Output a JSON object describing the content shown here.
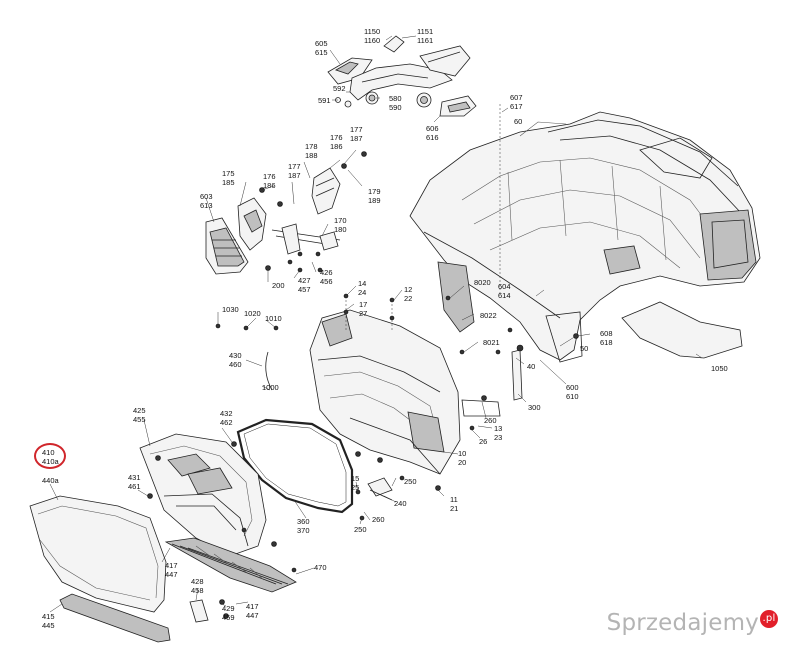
{
  "diagram": {
    "labels": [
      {
        "id": "p605",
        "lines": [
          "605",
          "615"
        ]
      },
      {
        "id": "p1150",
        "lines": [
          "1150",
          "1160"
        ]
      },
      {
        "id": "p1151",
        "lines": [
          "1151",
          "1161"
        ]
      },
      {
        "id": "p592",
        "lines": [
          "592"
        ]
      },
      {
        "id": "p591",
        "lines": [
          "591"
        ]
      },
      {
        "id": "p580",
        "lines": [
          "580",
          "590"
        ]
      },
      {
        "id": "p606",
        "lines": [
          "606",
          "616"
        ]
      },
      {
        "id": "p607",
        "lines": [
          "607",
          "617"
        ]
      },
      {
        "id": "p60",
        "lines": [
          "60"
        ]
      },
      {
        "id": "p176a",
        "lines": [
          "176",
          "186"
        ]
      },
      {
        "id": "p177a",
        "lines": [
          "177",
          "187"
        ]
      },
      {
        "id": "p178",
        "lines": [
          "178",
          "188"
        ]
      },
      {
        "id": "p175",
        "lines": [
          "175",
          "185"
        ]
      },
      {
        "id": "p176b",
        "lines": [
          "176",
          "186"
        ]
      },
      {
        "id": "p177b",
        "lines": [
          "177",
          "187"
        ]
      },
      {
        "id": "p179",
        "lines": [
          "179",
          "189"
        ]
      },
      {
        "id": "p603",
        "lines": [
          "603",
          "613"
        ]
      },
      {
        "id": "p170",
        "lines": [
          "170",
          "180"
        ]
      },
      {
        "id": "p426",
        "lines": [
          "426",
          "456"
        ]
      },
      {
        "id": "p427",
        "lines": [
          "427",
          "457"
        ]
      },
      {
        "id": "p200",
        "lines": [
          "200"
        ]
      },
      {
        "id": "p14",
        "lines": [
          "14",
          "24"
        ]
      },
      {
        "id": "p12",
        "lines": [
          "12",
          "22"
        ]
      },
      {
        "id": "p17",
        "lines": [
          "17",
          "27"
        ]
      },
      {
        "id": "p1030",
        "lines": [
          "1030"
        ]
      },
      {
        "id": "p1020",
        "lines": [
          "1020"
        ]
      },
      {
        "id": "p1010",
        "lines": [
          "1010"
        ]
      },
      {
        "id": "p8020",
        "lines": [
          "8020"
        ]
      },
      {
        "id": "p604",
        "lines": [
          "604",
          "614"
        ]
      },
      {
        "id": "p8022",
        "lines": [
          "8022"
        ]
      },
      {
        "id": "p608",
        "lines": [
          "608",
          "618"
        ]
      },
      {
        "id": "p1050",
        "lines": [
          "1050"
        ]
      },
      {
        "id": "p8021",
        "lines": [
          "8021"
        ]
      },
      {
        "id": "p50",
        "lines": [
          "50"
        ]
      },
      {
        "id": "p430",
        "lines": [
          "430",
          "460"
        ]
      },
      {
        "id": "p40",
        "lines": [
          "40"
        ]
      },
      {
        "id": "p600",
        "lines": [
          "600",
          "610"
        ]
      },
      {
        "id": "p1000",
        "lines": [
          "1000"
        ]
      },
      {
        "id": "p300",
        "lines": [
          "300"
        ]
      },
      {
        "id": "p425",
        "lines": [
          "425",
          "455"
        ]
      },
      {
        "id": "p432",
        "lines": [
          "432",
          "462"
        ]
      },
      {
        "id": "p260a",
        "lines": [
          "260"
        ]
      },
      {
        "id": "p13",
        "lines": [
          "13",
          "23"
        ]
      },
      {
        "id": "p26",
        "lines": [
          "26"
        ]
      },
      {
        "id": "p10",
        "lines": [
          "10",
          "20"
        ]
      },
      {
        "id": "p410",
        "lines": [
          "410",
          "410a"
        ]
      },
      {
        "id": "p440",
        "lines": [
          "440a"
        ]
      },
      {
        "id": "p431",
        "lines": [
          "431",
          "461"
        ]
      },
      {
        "id": "p250a",
        "lines": [
          "250"
        ]
      },
      {
        "id": "p15",
        "lines": [
          "15",
          "25"
        ]
      },
      {
        "id": "p240",
        "lines": [
          "240"
        ]
      },
      {
        "id": "p11",
        "lines": [
          "11",
          "21"
        ]
      },
      {
        "id": "p260b",
        "lines": [
          "260"
        ]
      },
      {
        "id": "p360",
        "lines": [
          "360",
          "370"
        ]
      },
      {
        "id": "p250b",
        "lines": [
          "250"
        ]
      },
      {
        "id": "p417a",
        "lines": [
          "417",
          "447"
        ]
      },
      {
        "id": "p470",
        "lines": [
          "470"
        ]
      },
      {
        "id": "p428",
        "lines": [
          "428",
          "458"
        ]
      },
      {
        "id": "p429",
        "lines": [
          "429",
          "459"
        ]
      },
      {
        "id": "p417b",
        "lines": [
          "417",
          "447"
        ]
      },
      {
        "id": "p415",
        "lines": [
          "415",
          "445"
        ]
      }
    ]
  },
  "highlight": {
    "color": "#d0262b"
  },
  "watermark": {
    "text": "Sprzedajemy",
    "badge": ".pl",
    "badge_color": "#e21f2a"
  }
}
